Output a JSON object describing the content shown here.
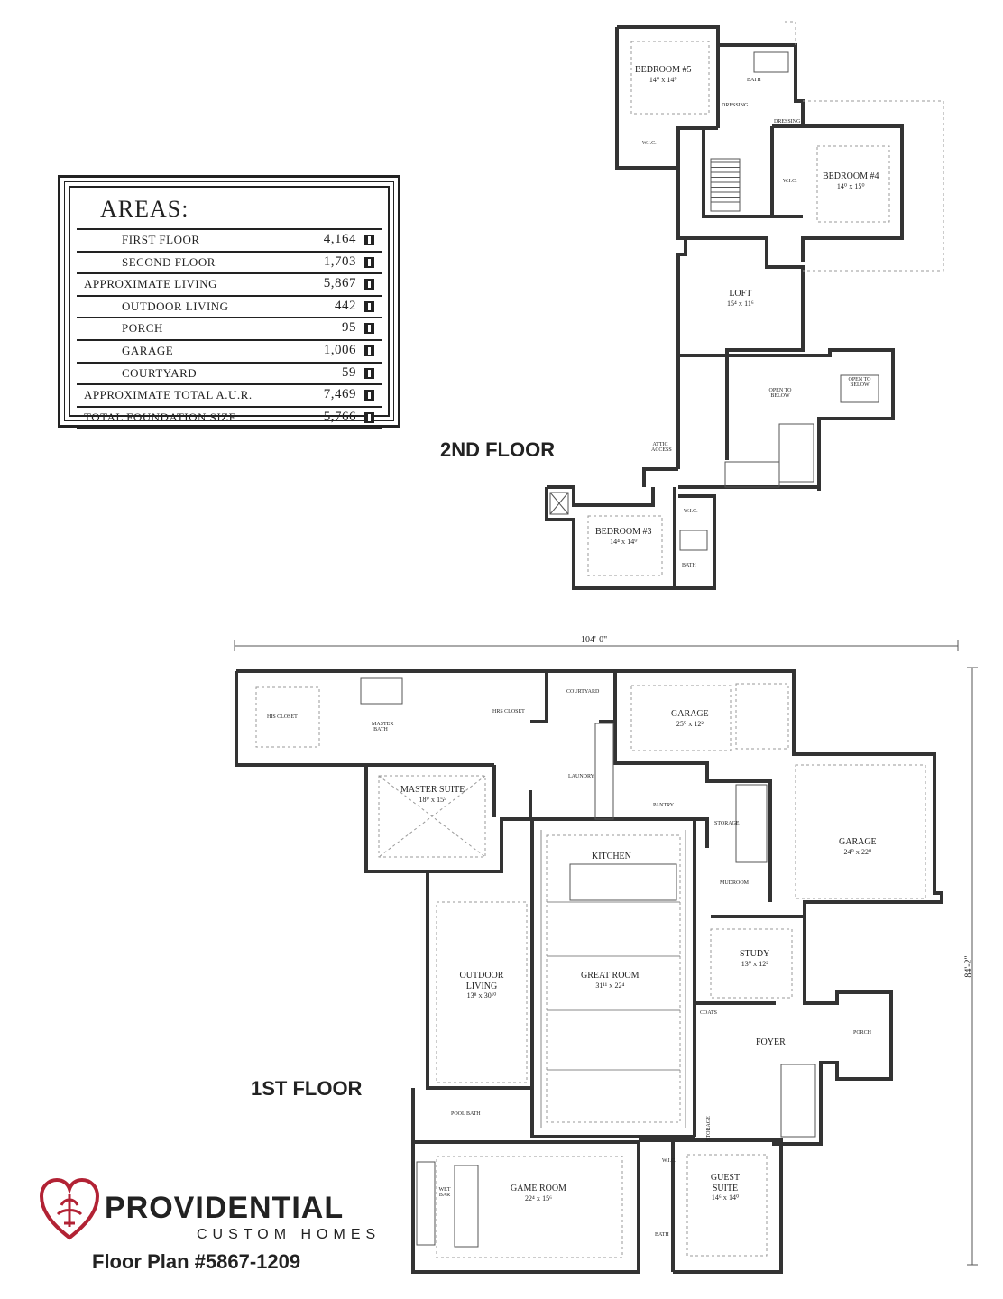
{
  "areas": {
    "title": "AREAS:",
    "rows": [
      {
        "label": "FIRST FLOOR",
        "value": "4,164",
        "indent": true
      },
      {
        "label": "SECOND FLOOR",
        "value": "1,703",
        "indent": true
      },
      {
        "label": "APPROXIMATE LIVING",
        "value": "5,867",
        "indent": false
      },
      {
        "label": "OUTDOOR LIVING",
        "value": "442",
        "indent": true
      },
      {
        "label": "PORCH",
        "value": "95",
        "indent": true
      },
      {
        "label": "GARAGE",
        "value": "1,006",
        "indent": true
      },
      {
        "label": "COURTYARD",
        "value": "59",
        "indent": true
      },
      {
        "label": "APPROXIMATE TOTAL A.U.R.",
        "value": "7,469",
        "indent": false
      },
      {
        "label": "TOTAL FOUNDATION SIZE",
        "value": "5,766",
        "indent": false
      }
    ]
  },
  "second_floor": {
    "label": "2ND FLOOR",
    "rooms": {
      "bedroom5": {
        "name": "BEDROOM #5",
        "dim": "14⁰ x 14⁰"
      },
      "bedroom4": {
        "name": "BEDROOM #4",
        "dim": "14⁰ x 15⁰"
      },
      "loft": {
        "name": "LOFT",
        "dim": "15⁴ x 11⁶"
      },
      "bedroom3": {
        "name": "BEDROOM #3",
        "dim": "14⁴ x 14⁰"
      }
    },
    "small_labels": {
      "bath_top": "BATH",
      "dressing_left": "DRESSING",
      "dressing_right": "DRESSING",
      "wic_b5": "W.I.C.",
      "wic_b4": "W.I.C.",
      "open_below_1": "OPEN TO BELOW",
      "open_below_2": "OPEN TO BELOW",
      "attic": "ATTIC ACCESS",
      "wic_b3": "W.I.C.",
      "bath_b3": "BATH"
    }
  },
  "first_floor": {
    "label": "1ST FLOOR",
    "width_dim": "104'-0\"",
    "depth_dim": "84'-2\"",
    "rooms": {
      "garage1": {
        "name": "GARAGE",
        "dim": "25⁰ x 12²"
      },
      "garage2": {
        "name": "GARAGE",
        "dim": "24⁰ x 22⁰"
      },
      "master_suite": {
        "name": "MASTER SUITE",
        "dim": "18⁰ x 15⁵"
      },
      "kitchen": {
        "name": "KITCHEN",
        "dim": ""
      },
      "great_room": {
        "name": "GREAT ROOM",
        "dim": "31¹¹ x 22⁴"
      },
      "outdoor_living": {
        "name": "OUTDOOR LIVING",
        "dim": "13⁸ x 30¹⁰"
      },
      "study": {
        "name": "STUDY",
        "dim": "13⁰ x 12²"
      },
      "foyer": {
        "name": "FOYER",
        "dim": ""
      },
      "game_room": {
        "name": "GAME ROOM",
        "dim": "22⁴ x 15⁶"
      },
      "guest_suite": {
        "name": "GUEST SUITE",
        "dim": "14⁶ x 14⁰"
      }
    },
    "small_labels": {
      "his_closet": "HIS CLOSET",
      "master_bath": "MASTER BATH",
      "hers_closet": "HRS CLOSET",
      "courtyard": "COURTYARD",
      "laundry": "LAUNDRY",
      "pantry": "PANTRY",
      "storage": "STORAGE",
      "mudroom": "MUDROOM",
      "coats": "COATS",
      "porch": "PORCH",
      "pool_bath": "POOL BATH",
      "wet_bar": "WET BAR",
      "wic": "W.I.C.",
      "bath": "BATH",
      "storage2": "STORAGE"
    }
  },
  "brand": {
    "name": "PROVIDENTIAL",
    "tagline": "CUSTOM HOMES",
    "plan_number": "Floor Plan #5867-1209",
    "accent_color": "#b22234"
  }
}
